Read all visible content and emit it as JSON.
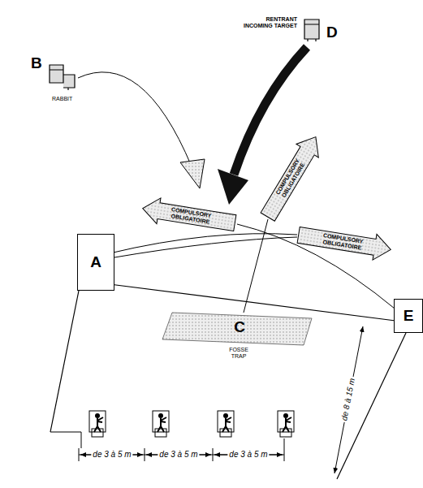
{
  "diagram": {
    "nodes": [
      {
        "text": [
          "A"
        ]
      },
      {
        "text": [
          "C",
          "FOSSE TRAP"
        ]
      },
      {
        "text": [
          "E"
        ]
      },
      {
        "text": [
          "RENTRANT INCOMING TARGET",
          "D"
        ]
      },
      {
        "text": [
          "B",
          "RABBIT"
        ]
      }
    ],
    "labels": [
      "COMPULSORY",
      "OBLIGATOIRE",
      "COMPULSORY",
      "OBLIGATOIRE",
      "COMPULSORY",
      "OBLIGATOIRE",
      "de 8 à 15 m",
      "de 3 à 5 m",
      "de 3 à 5 m",
      "de 3 à 5 m"
    ]
  }
}
